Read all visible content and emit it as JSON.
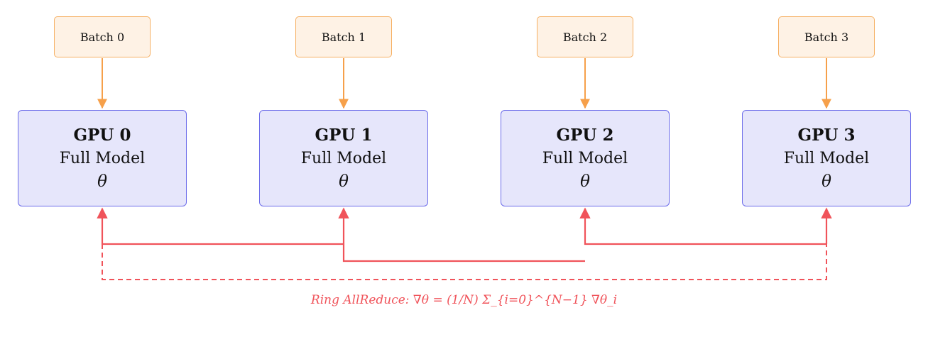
{
  "batches": [
    "Batch 0",
    "Batch 1",
    "Batch 2",
    "Batch 3"
  ],
  "gpus": [
    {
      "title": "GPU 0",
      "subtitle": "Full Model",
      "param": "θ"
    },
    {
      "title": "GPU 1",
      "subtitle": "Full Model",
      "param": "θ"
    },
    {
      "title": "GPU 2",
      "subtitle": "Full Model",
      "param": "θ"
    },
    {
      "title": "GPU 3",
      "subtitle": "Full Model",
      "param": "θ"
    }
  ],
  "caption": "Ring AllReduce: ∇θ = (1/N) Σ_{i=0}^{N−1} ∇θ_i",
  "colors": {
    "batch_fill": "#fef2e5",
    "batch_border": "#f6b063",
    "gpu_fill": "#e6e6fb",
    "gpu_border": "#6b6bea",
    "data_arrow": "#f6a04a",
    "ring": "#f0535a"
  }
}
